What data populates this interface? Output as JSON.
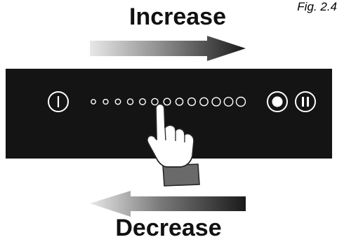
{
  "figure": {
    "label": "Fig. 2.4"
  },
  "increase": {
    "label": "Increase"
  },
  "decrease": {
    "label": "Decrease"
  },
  "panel": {
    "power_symbol": "power-icon",
    "level_dot_count": 13,
    "touched_dot_index": 5,
    "right_buttons": [
      "boost-icon",
      "pause-icon"
    ]
  },
  "colors": {
    "panel": "#141414",
    "arrow_dark": "#1a1a1a",
    "arrow_light": "#e8e8e8",
    "glyph": "#ffffff"
  }
}
